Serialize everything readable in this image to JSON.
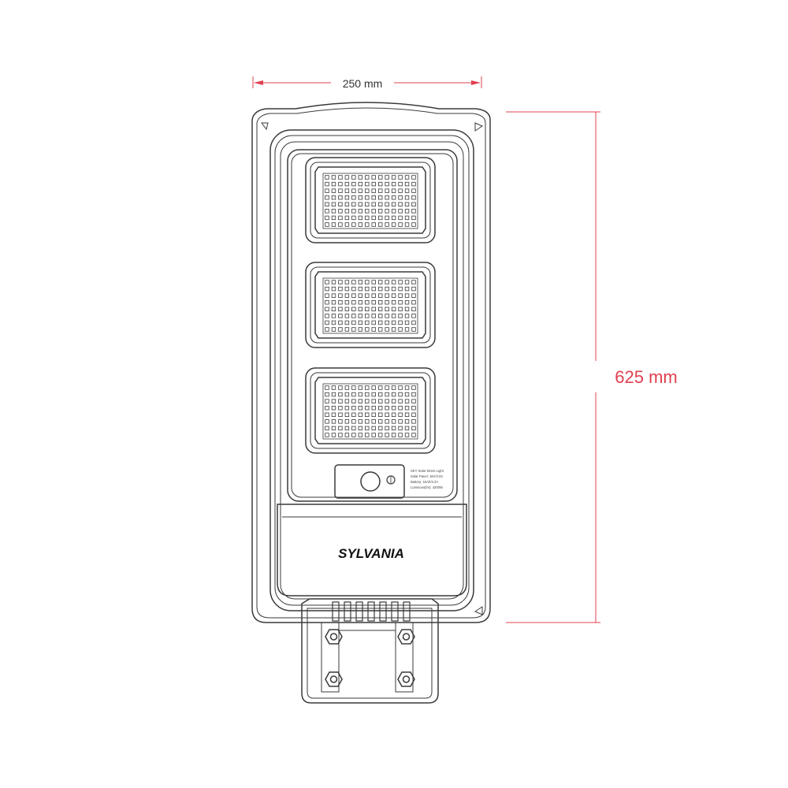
{
  "dimensions": {
    "width_label": "250 mm",
    "height_label": "625 mm",
    "color": "#e0404f"
  },
  "brand": {
    "name": "SYLVANIA"
  },
  "spec_label": {
    "lines": [
      "SKY Solar Street Light",
      "Solar Panel: 18V/4.5V",
      "Battery: 15Ah/3.2V",
      "Luminous(lm): 4200lm"
    ]
  },
  "colors": {
    "line": "#3a3a3a",
    "dimension": "#e0404f"
  },
  "led_modules": {
    "count": 3,
    "rows": 8,
    "cols": 14
  }
}
